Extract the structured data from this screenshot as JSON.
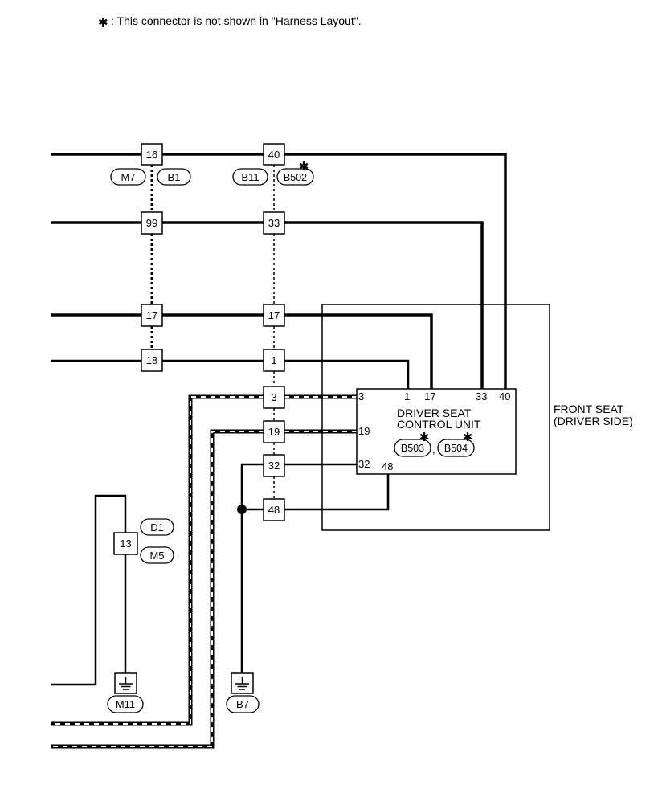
{
  "note": {
    "marker": "✱",
    "text": ": This connector is not shown in \"Harness Layout\"."
  },
  "top_connectors": [
    {
      "pin": "16"
    },
    {
      "pin": "40"
    },
    {
      "pin": "99"
    },
    {
      "pin": "33"
    },
    {
      "pin": "17"
    },
    {
      "pin": "17"
    },
    {
      "pin": "18"
    },
    {
      "pin": "1"
    }
  ],
  "connector_refs": [
    {
      "label": "M7"
    },
    {
      "label": "B1"
    },
    {
      "label": "B11"
    },
    {
      "label": "B502"
    }
  ],
  "ecu_column_pins": [
    {
      "pin": "3"
    },
    {
      "pin": "19"
    },
    {
      "pin": "32"
    },
    {
      "pin": "48"
    }
  ],
  "control_unit": {
    "title_line1": "DRIVER SEAT",
    "title_line2": "CONTROL UNIT",
    "connector_a": "B503",
    "connector_b": "B504",
    "separator": ",",
    "pins_top": [
      "3",
      "1",
      "17",
      "33",
      "40"
    ],
    "pins_left": [
      "19",
      "32"
    ],
    "pin_bottom": "48"
  },
  "front_seat": {
    "line1": "FRONT SEAT",
    "line2": "(DRIVER SIDE)"
  },
  "mid_connector": {
    "pin": "13",
    "refs": [
      "D1",
      "M5"
    ]
  },
  "grounds": [
    {
      "label": "M11"
    },
    {
      "label": "B7"
    }
  ],
  "asterisk": "✱"
}
